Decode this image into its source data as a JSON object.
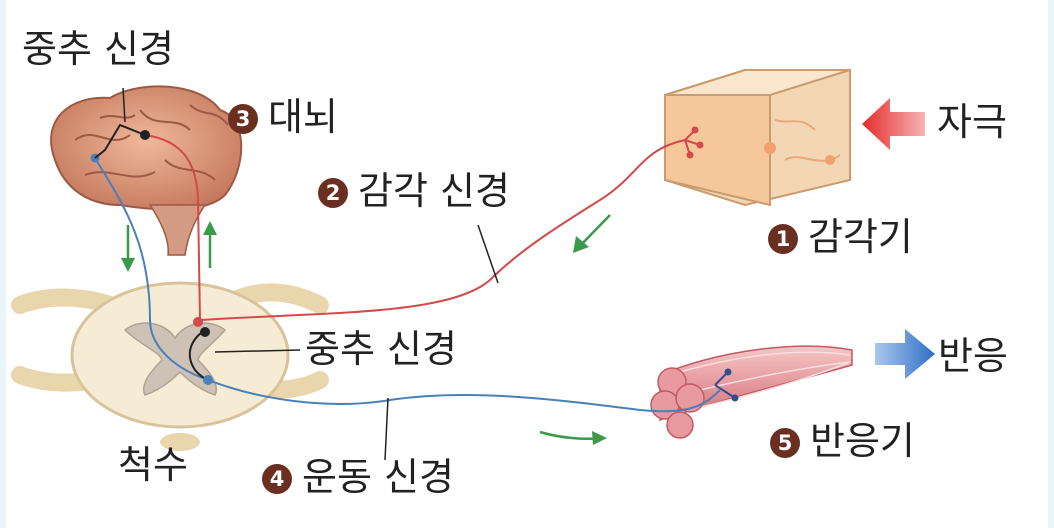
{
  "labels": {
    "cns_top": "중추 신경",
    "brain": {
      "num": "3",
      "text": "대뇌"
    },
    "sensory_nerve": {
      "num": "2",
      "text": "감각 신경"
    },
    "stimulus": "자극",
    "receptor": {
      "num": "1",
      "text": "감각기"
    },
    "cns_mid": "중추 신경",
    "response": "반응",
    "effector": {
      "num": "5",
      "text": "반응기"
    },
    "spinal_cord": "척수",
    "motor_nerve": {
      "num": "4",
      "text": "운동 신경"
    }
  },
  "colors": {
    "sensory_nerve": "#d24a4a",
    "motor_nerve": "#4a7fb8",
    "flow_arrow": "#3a9a4a",
    "stimulus_arrow": "#e52c2c",
    "response_arrow": "#2f6fc4",
    "badge": "#6b2f22"
  }
}
